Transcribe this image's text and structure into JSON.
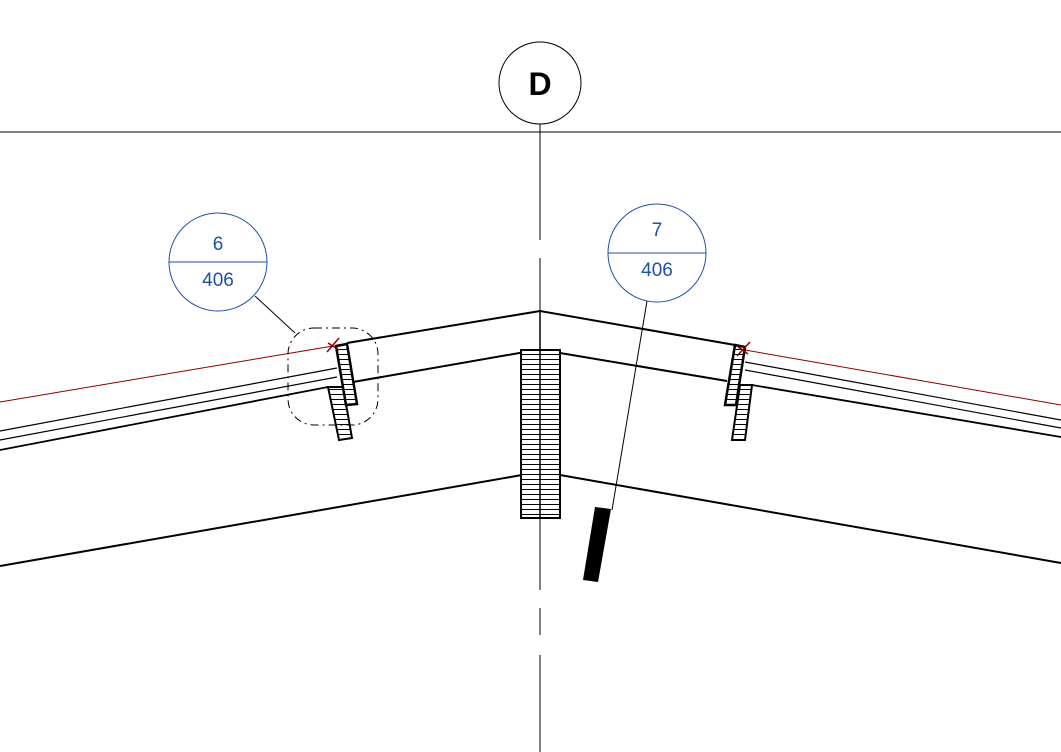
{
  "grid": {
    "label": "D"
  },
  "tags": [
    {
      "number": "6",
      "sheet": "406"
    },
    {
      "number": "7",
      "sheet": "406"
    }
  ],
  "colors": {
    "line": "#000000",
    "tag": "#1f4fa8",
    "reference": "#8b0000"
  }
}
